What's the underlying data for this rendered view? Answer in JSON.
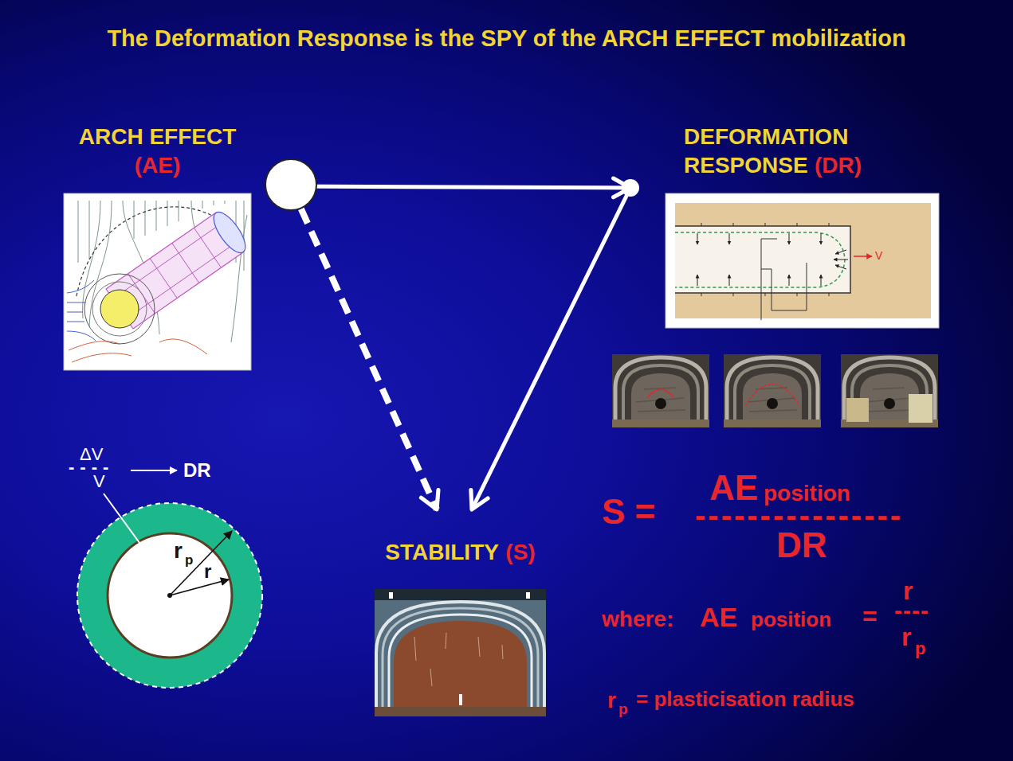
{
  "diagram": {
    "title": "The Deformation Response is the SPY of the ARCH EFFECT mobilization",
    "nodes": [
      {
        "text": [
          "ARCH EFFECT",
          "(AE)"
        ]
      },
      {
        "text": [
          "DEFORMATION RESPONSE",
          "(DR)"
        ]
      },
      {
        "text": [
          "STABILITY",
          "(S)"
        ]
      }
    ],
    "edges": [
      {
        "from": 0,
        "to": 1,
        "arrow": "to"
      },
      {
        "from": 0,
        "to": 2,
        "arrow": "to"
      },
      {
        "from": 1,
        "to": 2,
        "arrow": "to"
      }
    ],
    "labels": [
      "ΔV",
      "----",
      "V",
      "DR",
      "r",
      "p",
      "r",
      "V",
      "S =",
      "AE",
      "position",
      "----------------",
      "DR",
      "where:",
      "AE",
      "position",
      "=",
      "r",
      "----",
      "r",
      "p",
      "r",
      "p",
      "= plasticisation radius"
    ]
  }
}
